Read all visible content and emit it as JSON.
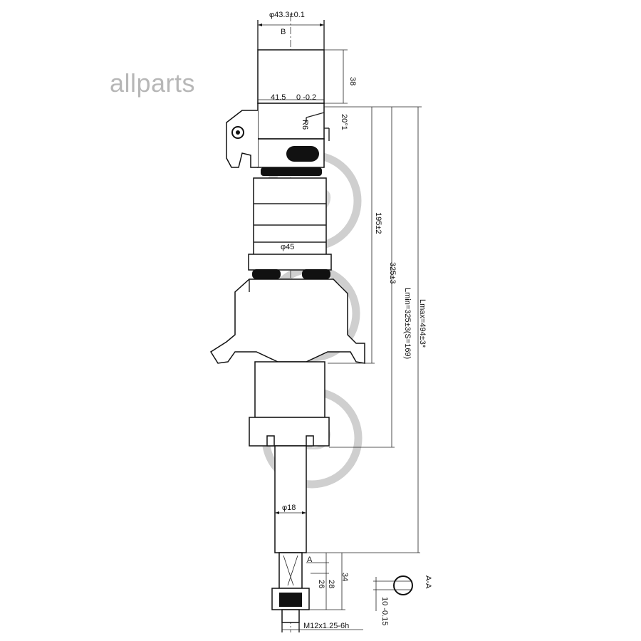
{
  "brand": "allparts",
  "watermark": "JD",
  "dimensions": {
    "top_diameter": "φ43.3±0.1",
    "view_marker": "B",
    "height_38": "38",
    "width_415": "41.5",
    "width_415_tol": "0 -0.2",
    "radius": "R6",
    "angle": "20°1",
    "diameter_45": "φ45",
    "length_195": "195±2",
    "length_325": "325±3",
    "lmin": "Lmin=325±3(S=169)",
    "lmax": "Lmax=494±3*",
    "rod_diameter": "φ18",
    "section_marker": "A",
    "dim_34": "34",
    "dim_28": "28",
    "dim_26": "26",
    "thread": "M12x1.25-6h",
    "section_label": "A-A",
    "flat_width": "10 -0.15"
  }
}
